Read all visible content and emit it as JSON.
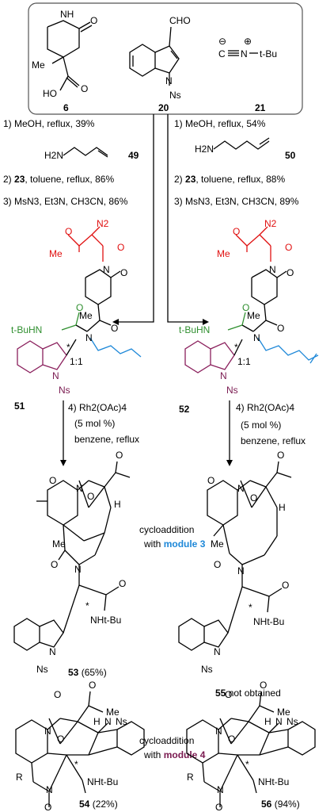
{
  "compounds": {
    "c6": "6",
    "c20": "20",
    "c21": "21",
    "c49": "49",
    "c50": "50",
    "c51": "51",
    "c52": "52",
    "c53": "53",
    "c53_yield": "(65%)",
    "c54": "54",
    "c54_yield": "(22%)",
    "c55": "55",
    "c55_note": "not obtained",
    "c56": "56",
    "c56_yield": "(94%)"
  },
  "atoms": {
    "NH": "NH",
    "O": "O",
    "Me": "Me",
    "HO": "HO",
    "CHO": "CHO",
    "N": "N",
    "Ns": "Ns",
    "C": "C",
    "tBu": "t-Bu",
    "tBuHN": "t-BuHN",
    "H2N": "H2N",
    "N2": "N2",
    "ratio": "1:1",
    "star": "*",
    "H": "H",
    "NHtBu": "NHt-Bu",
    "R": "R",
    "minus": "⊖",
    "plus": "⊕"
  },
  "conditions_left": {
    "step1": "1) MeOH, reflux, 39%",
    "step2_pre": "2) ",
    "step2_reagent": "23",
    "step2_post": ", toluene, reflux, 86%",
    "step3": "3) MsN3, Et3N, CH3CN, 86%"
  },
  "conditions_right": {
    "step1": "1) MeOH, reflux, 54%",
    "step2_pre": "2) ",
    "step2_reagent": "23",
    "step2_post": ", toluene, reflux, 88%",
    "step3": "3) MsN3, Et3N, CH3CN, 89%"
  },
  "step4": {
    "line1": "4) Rh2(OAc)4",
    "line2": "(5 mol %)",
    "line3": "benzene, reflux"
  },
  "cyclo": {
    "line1": "cycloaddition",
    "line2_pre": "with ",
    "module3": "module 3",
    "module4": "module 4"
  },
  "colors": {
    "diazo": "#e01010",
    "amide": "#2f8f2f",
    "chain": "#1e88d8",
    "indole": "#8a1f5c",
    "module3": "#1e88d8",
    "module4": "#7a1a50"
  }
}
